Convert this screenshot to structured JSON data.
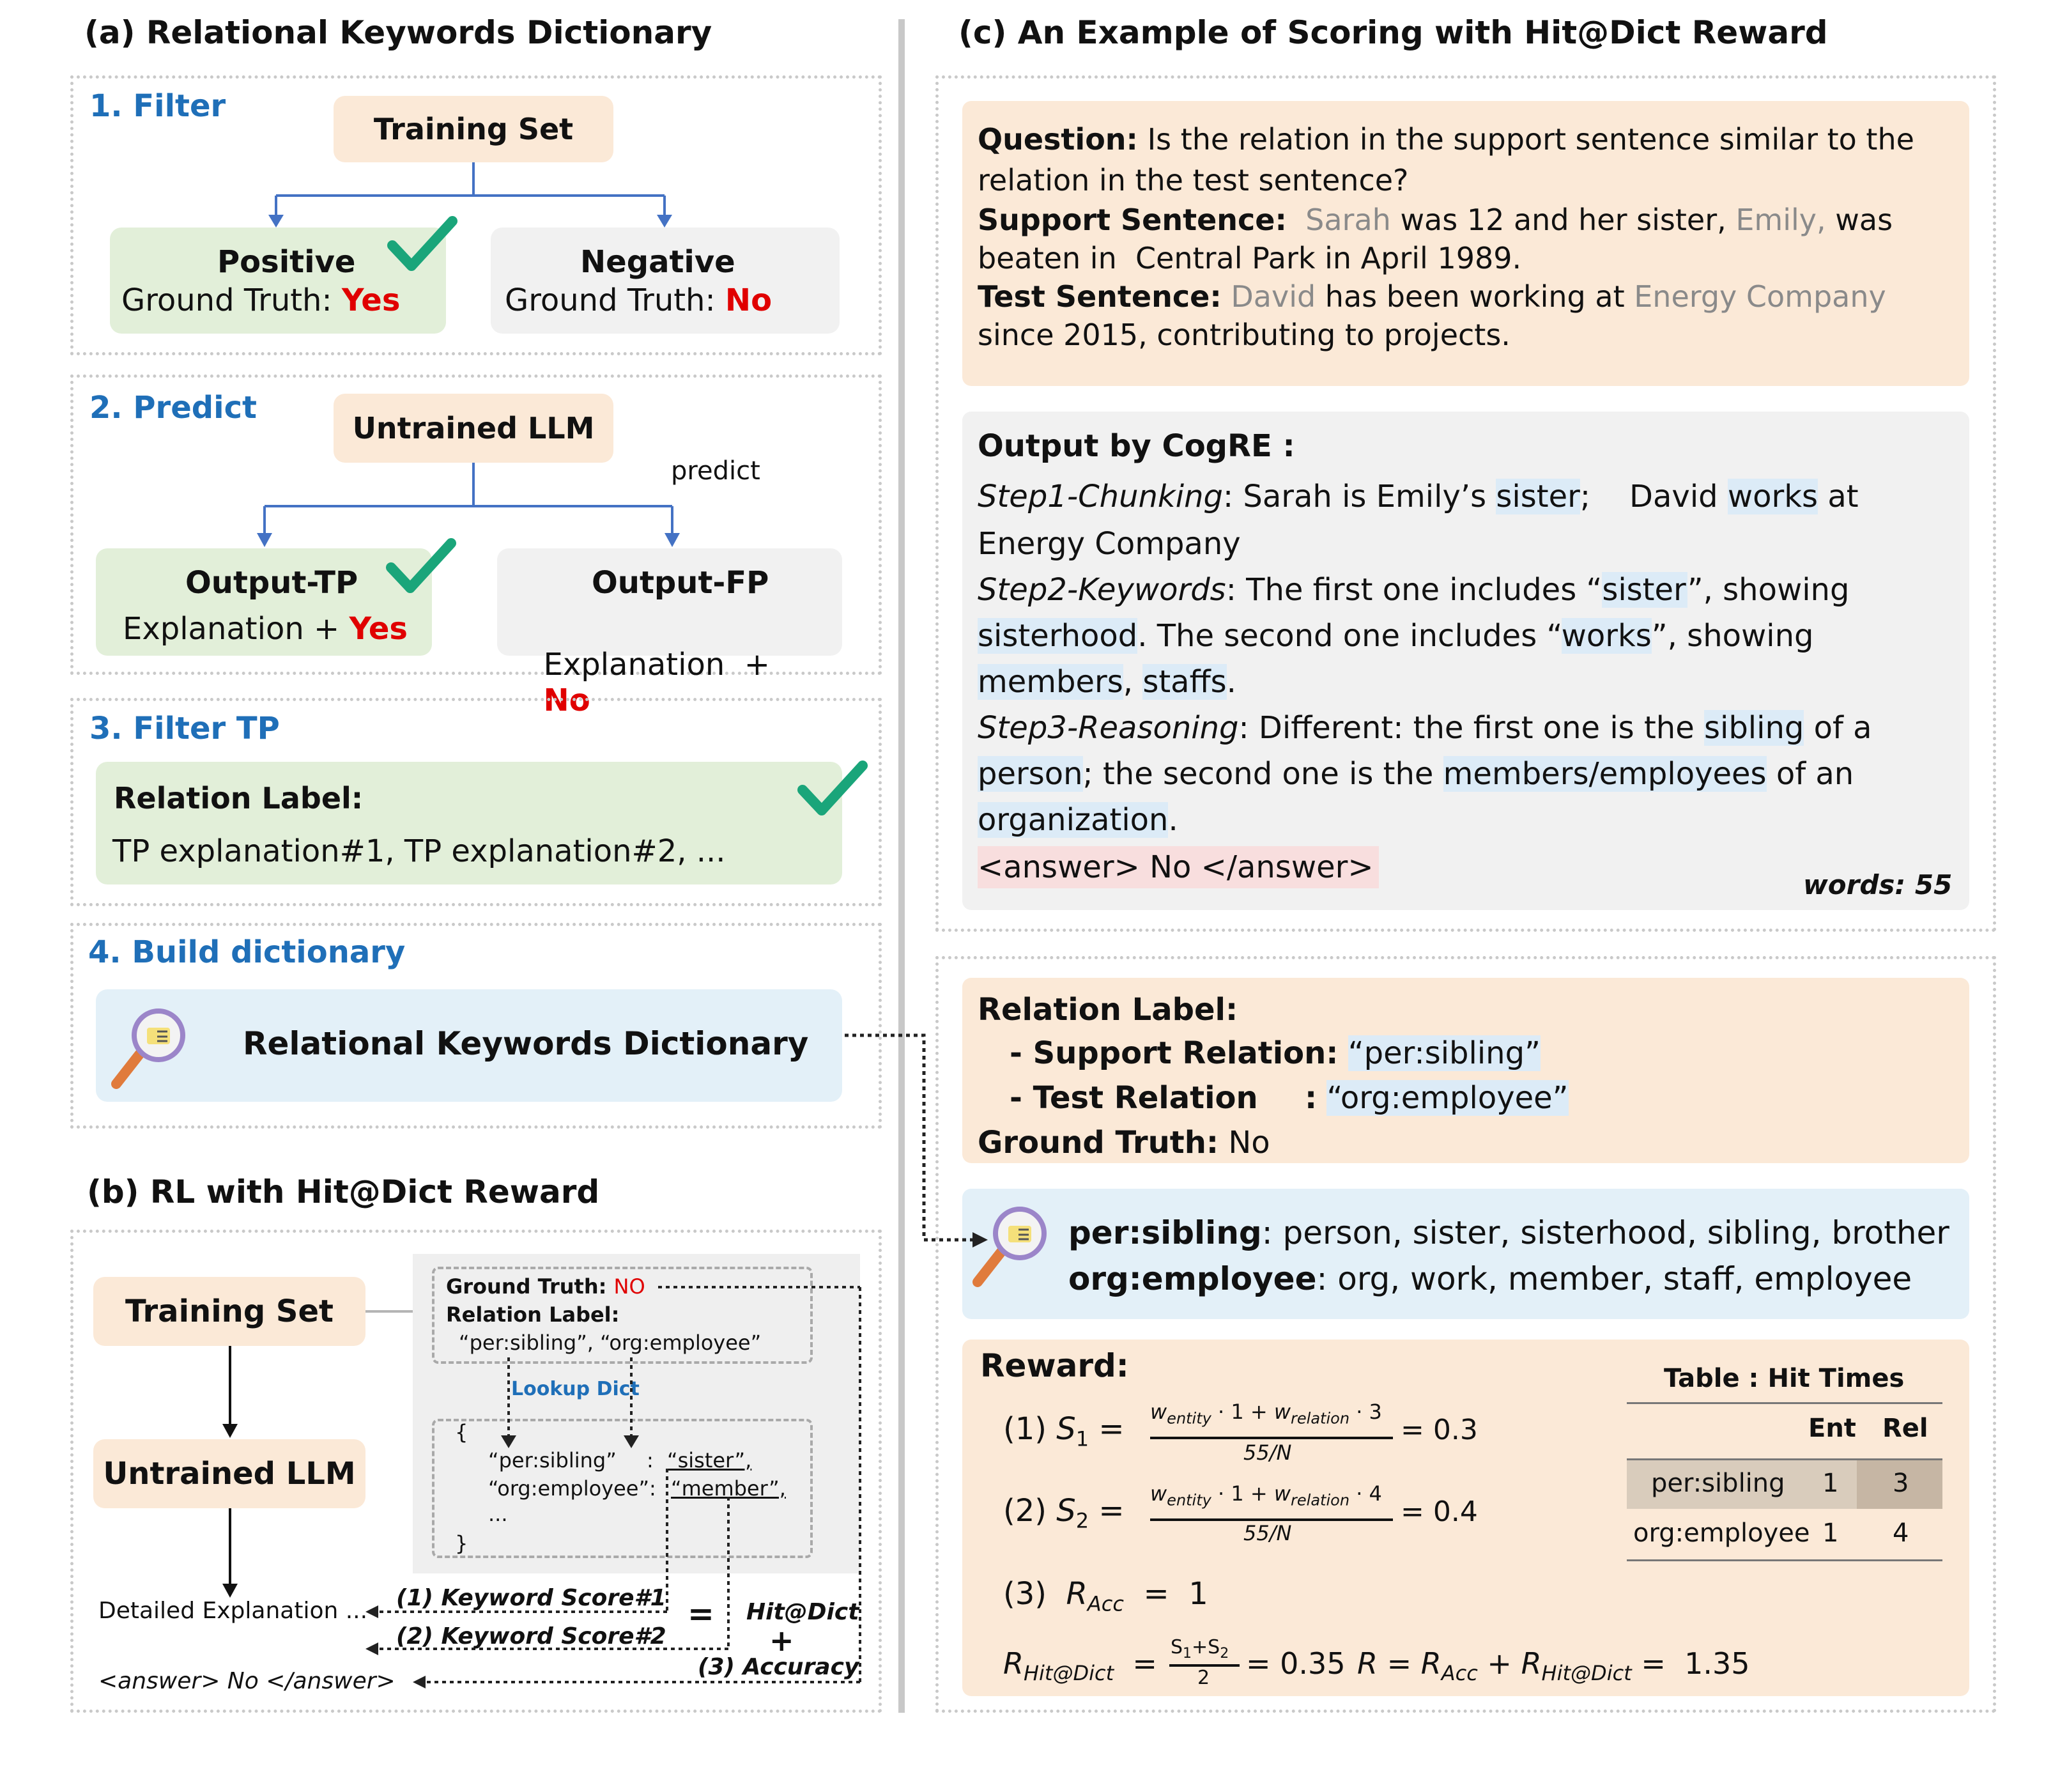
{
  "sec_a": {
    "title": "(a) Relational Keywords Dictionary"
  },
  "sec_b": {
    "title": "(b) RL with Hit@Dict Reward"
  },
  "sec_c": {
    "title": "(c) An Example of Scoring with Hit@Dict Reward"
  },
  "filter": {
    "title": "1. Filter",
    "training_set": "Training Set",
    "positive": "Positive",
    "positive_gt": "Ground Truth:",
    "positive_val": "Yes",
    "negative": "Negative",
    "negative_gt": "Ground Truth:",
    "negative_val": "No"
  },
  "predict": {
    "title": "2. Predict",
    "llm": "Untrained LLM",
    "arrow_label": "predict",
    "tp": "Output-TP",
    "tp_expl": "Explanation +",
    "tp_val": "Yes",
    "fp": "Output-FP",
    "fp_expl": "Explanation  +",
    "fp_val": "No"
  },
  "filter_tp": {
    "title": "3. Filter TP",
    "label": "Relation Label:",
    "items": "TP explanation#1,  TP explanation#2, ..."
  },
  "build": {
    "title": "4. Build dictionary",
    "name": "Relational Keywords Dictionary"
  },
  "rl": {
    "training_set": "Training Set",
    "llm": "Untrained LLM",
    "gt_label": "Ground Truth:",
    "gt_val": "NO",
    "rel_label": "Relation Label:",
    "rel_vals": "“per:sibling”, “org:employee”",
    "lookup": "Lookup Dict",
    "dict_open": "{",
    "dict_k1": "“per:sibling”",
    "dict_v1": "“sister”,",
    "dict_k2": "“org:employee”:",
    "dict_v2": "“member”,",
    "dict_more": "...",
    "dict_close": "}",
    "explanation": "Detailed Explanation ...",
    "answer": "<answer> No </answer>",
    "score1": "(1) Keyword Score#1",
    "score2": "(2) Keyword Score#2",
    "score3": "(3) Accuracy",
    "eq": "=",
    "plus": "+",
    "hit": "Hit@Dict"
  },
  "question": {
    "q_label": "Question:",
    "q_text1": "Is the relation in the support sentence similar to the",
    "q_text2": "relation in the test sentence?",
    "s_label": "Support Sentence:",
    "s_e1": "Sarah",
    "s_t1": "was 12 and her sister,",
    "s_e2": "Emily,",
    "s_t2": "was",
    "s_line2": "beaten in  Central Park in April 1989.",
    "t_label": "Test Sentence:",
    "t_e1": "David",
    "t_t1": "has been working at",
    "t_e2": "Energy Company",
    "t_line2": "since 2015, contributing to projects."
  },
  "output": {
    "title": "Output by CogRE :",
    "step1_name": "Step1-Chunking",
    "step1_a": ": Sarah is Emily’s",
    "step1_k1": "sister",
    "step1_b": ";    David",
    "step1_k2": "works",
    "step1_c": "at",
    "step1_line2": "Energy Company",
    "step2_name": "Step2-Keywords",
    "step2_a": ": The first one includes “",
    "step2_k1": "sister",
    "step2_b": "”, showing",
    "step2_k2": "sisterhood",
    "step2_c": ". The second one includes “",
    "step2_k3": "works",
    "step2_d": "”, showing",
    "step2_k4": "members",
    "step2_e": ",",
    "step2_k5": "staffs",
    "step2_f": ".",
    "step3_name": "Step3-Reasoning",
    "step3_a": ": Different: the first one is the",
    "step3_k1": "sibling",
    "step3_b": "of a",
    "step3_k2": "person",
    "step3_c": "; the second one is the",
    "step3_k3": "members/employees",
    "step3_d": "of an",
    "step3_k4": "organization",
    "step3_e": ".",
    "answer": "<answer> No </answer>",
    "words": "words: 55"
  },
  "relation": {
    "title": "Relation Label:",
    "support_label": "- Support Relation:",
    "support_val": "“per:sibling”",
    "test_label": "- Test Relation",
    "test_colon": ":",
    "test_val": "“org:employee”",
    "gt_label": "Ground Truth:",
    "gt_val": "No"
  },
  "dict_entries": {
    "k1": "per:sibling",
    "v1": ": person, sister, sisterhood, sibling, brother",
    "k2": "org:employee",
    "v2": ": org, work, member, staff, employee"
  },
  "reward": {
    "title": "Reward:",
    "eq1_label": "(1)",
    "eq1_lhs": "S",
    "eq1_sub": "1",
    "eq1_num": "w",
    "eq1_num_sub": "entity",
    "eq1_num_mid": " · 1 + ",
    "eq1_num_w2": "w",
    "eq1_num_sub2": "relation",
    "eq1_num_end": " · 3",
    "eq1_den": "55/N",
    "eq1_val": "= 0.3",
    "eq2_label": "(2)",
    "eq2_lhs": "S",
    "eq2_sub": "2",
    "eq2_num_end": " · 4",
    "eq2_den": "55/N",
    "eq2_val": "= 0.4",
    "eq3_label": "(3)",
    "eq3_lhs": "R",
    "eq3_sub": "Acc",
    "eq3_val": "=  1",
    "hit_lhs": "R",
    "hit_sub": "Hit@Dict",
    "hit_num": "S",
    "hit_num_sub1": "1",
    "hit_num_plus": "+S",
    "hit_num_sub2": "2",
    "hit_den": "2",
    "hit_val": "= 0.35",
    "total": "R = R",
    "total_sub1": "Acc",
    "total_plus": " + R",
    "total_sub2": "Hit@Dict",
    "total_val": "=  1.35"
  },
  "hit_table": {
    "title": "Table : Hit Times",
    "col_ent": "Ent",
    "col_rel": "Rel",
    "rows": [
      {
        "name": "per:sibling",
        "ent": "1",
        "rel": "3"
      },
      {
        "name": "org:employee",
        "ent": "1",
        "rel": "4"
      }
    ]
  },
  "colors": {
    "accent_blue": "#1f6fb8",
    "red": "#e00000",
    "peach": "#fbe9d7",
    "green": "#e2efd9",
    "grey": "#f1f1f1",
    "light_blue": "#e3f0f8",
    "check_green": "#1aa57a"
  },
  "icons": [
    "check-icon",
    "magnifier-dictionary-icon"
  ]
}
